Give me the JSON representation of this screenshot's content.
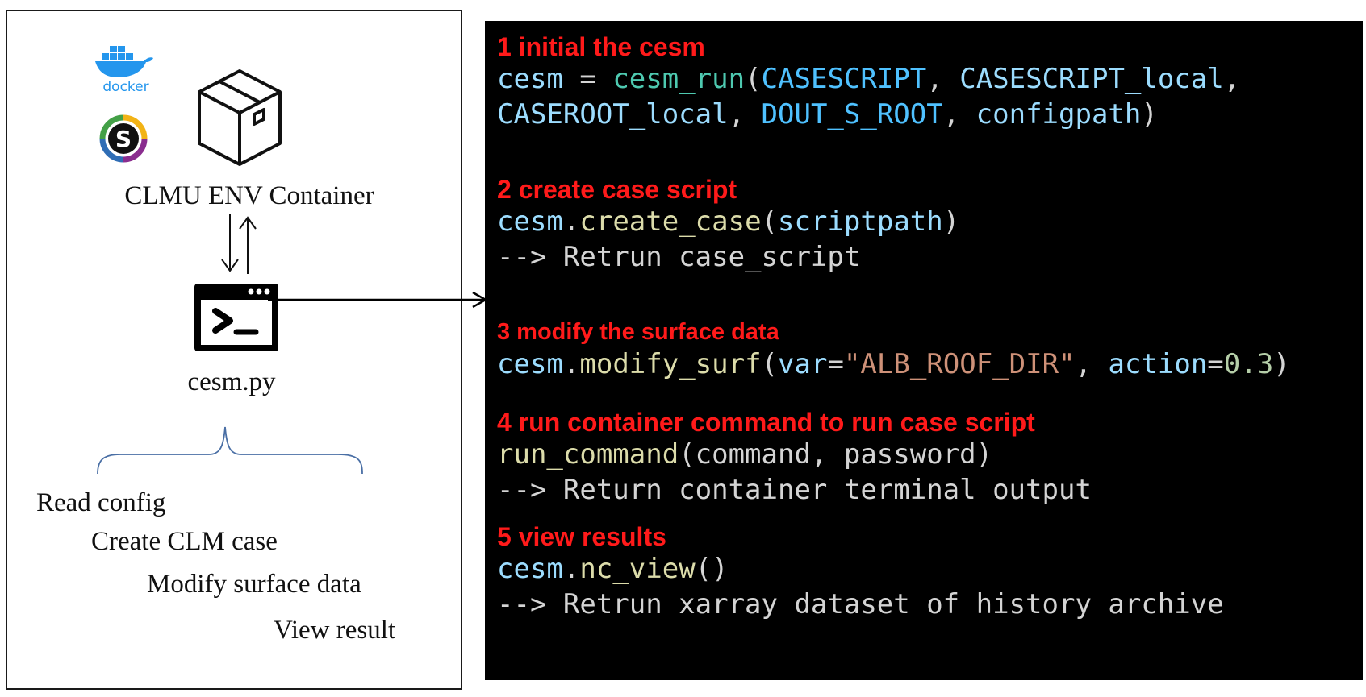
{
  "left_panel": {
    "docker_logo_text": "docker",
    "singularity_letter": "S",
    "container_title": "CLMU ENV Container",
    "script_name": "cesm.py",
    "steps": [
      "Read config",
      "Create CLM case",
      "Modify surface data",
      "View result"
    ]
  },
  "code_panel": {
    "step1": {
      "heading": "1 initial the cesm",
      "l1": {
        "cesm": "cesm",
        "eq": " = ",
        "fn": "cesm_run",
        "open": "(",
        "a1": "CASESCRIPT",
        "sep1": ", ",
        "a2": "CASESCRIPT_local",
        "sep2": ","
      },
      "l2": {
        "a3": "CASEROOT_local",
        "sep3": ", ",
        "a4": "DOUT_S_ROOT",
        "sep4": ", ",
        "a5": "configpath",
        "close": ")"
      }
    },
    "step2": {
      "heading": "2 create case script",
      "l1": {
        "obj": "cesm",
        "dot": ".",
        "fn": "create_case",
        "open": "(",
        "arg": "scriptpath",
        "close": ")"
      },
      "l2": "--> Retrun case_script"
    },
    "step3": {
      "heading": "3 modify the surface data",
      "l1": {
        "obj": "cesm",
        "dot": ".",
        "fn": "modify_surf",
        "open": "(",
        "k1": "var",
        "eq1": "=",
        "v1": "\"ALB_ROOF_DIR\"",
        "sep": ", ",
        "k2": "action",
        "eq2": "=",
        "v2": "0.3",
        "close": ")"
      }
    },
    "step4": {
      "heading": "4 run container command to run case script",
      "l1": {
        "fn": "run_command",
        "args": "(command, password)"
      },
      "l2": "--> Return container terminal output"
    },
    "step5": {
      "heading": "5 view results",
      "l1": {
        "obj": "cesm",
        "dot": ".",
        "fn": "nc_view",
        "parens": "()"
      },
      "l2": "--> Retrun xarray dataset of history archive"
    }
  },
  "colors": {
    "heading": "#ff1a1a",
    "variable": "#9cdcfe",
    "function": "#dcdcaa",
    "constructor": "#4ec9b0",
    "constant": "#4fc1ff",
    "string": "#ce9178",
    "number": "#b5cea8",
    "plain": "#d4d4d4",
    "docker_blue": "#2496ed"
  },
  "icons": [
    "docker-logo",
    "singularity-logo",
    "package-box-icon",
    "terminal-icon"
  ]
}
